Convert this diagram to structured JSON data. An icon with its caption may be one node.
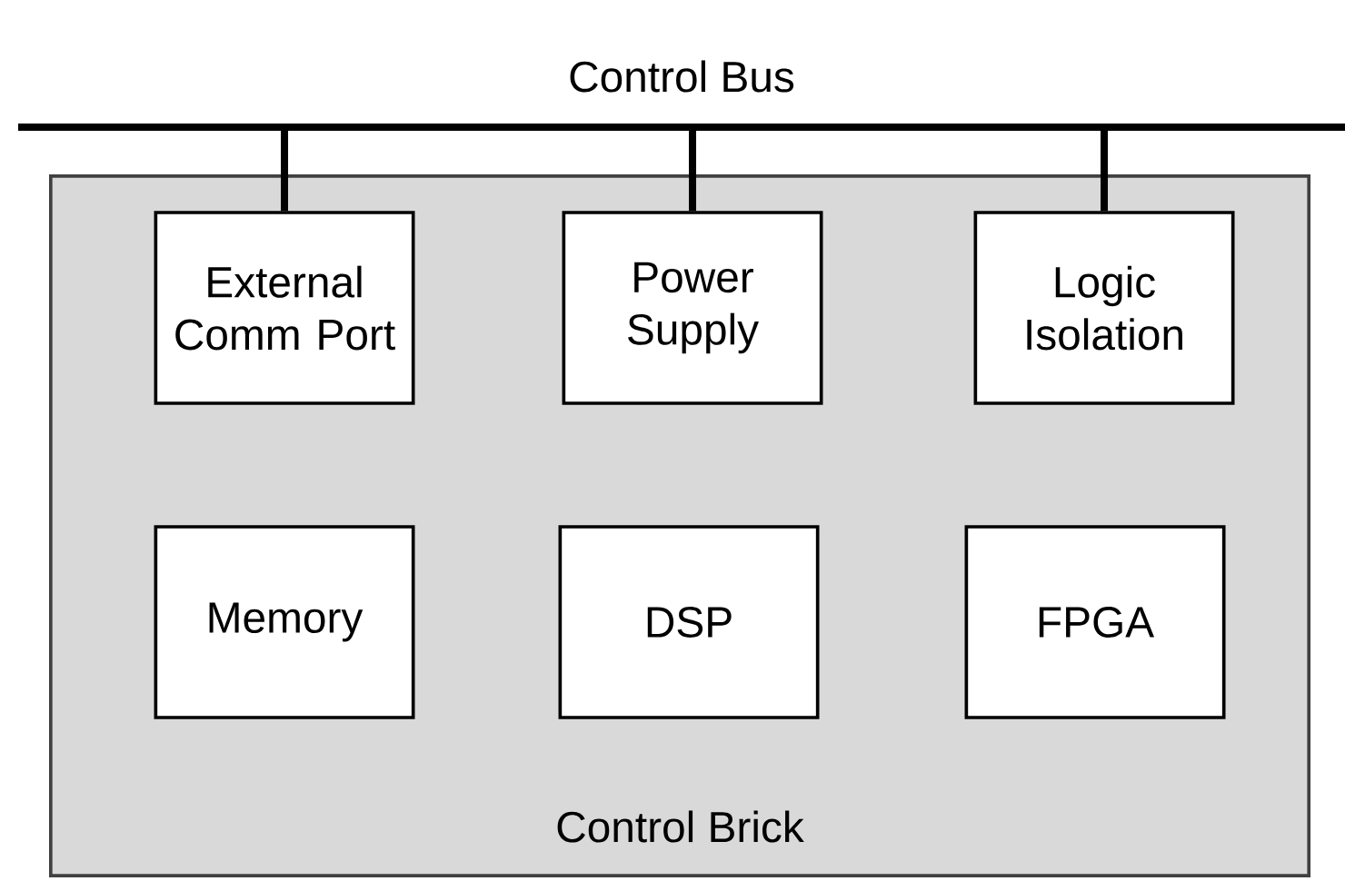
{
  "diagram": {
    "nodes": [
      {
        "text": [
          "Control Bus"
        ]
      },
      {
        "text": [
          "Control Brick"
        ]
      },
      {
        "text": [
          "External Comm Port"
        ],
        "in": 1
      },
      {
        "text": [
          "Power Supply"
        ],
        "in": 1
      },
      {
        "text": [
          "Logic Isolation"
        ],
        "in": 1
      },
      {
        "text": [
          "Memory"
        ],
        "in": 1
      },
      {
        "text": [
          "DSP"
        ],
        "in": 1
      },
      {
        "text": [
          "FPGA"
        ],
        "in": 1
      }
    ],
    "edges": [
      {
        "from": 2,
        "to": 0,
        "arrow": "none"
      },
      {
        "from": 3,
        "to": 0,
        "arrow": "none"
      },
      {
        "from": 4,
        "to": 0,
        "arrow": "none"
      }
    ]
  }
}
